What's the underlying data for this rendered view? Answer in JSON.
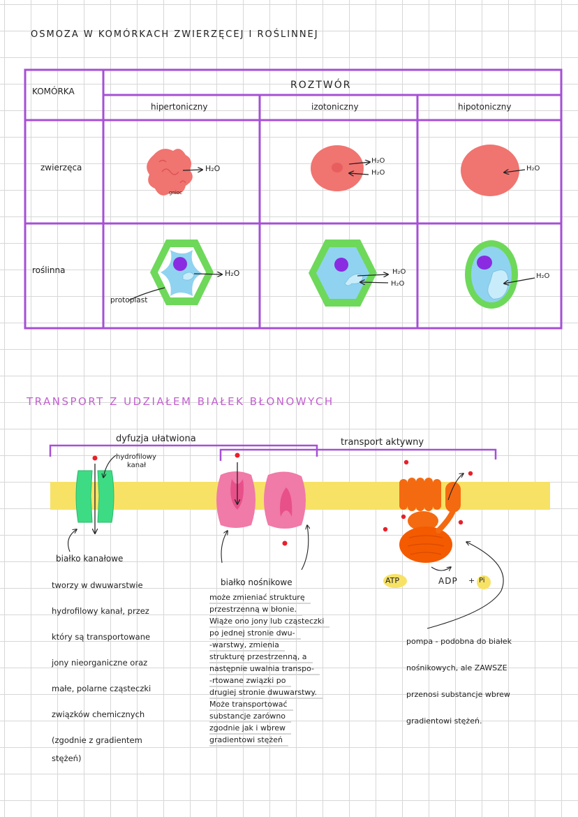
{
  "section1": {
    "title": "OSMOZA W KOMÓRKACH ZWIERZĘCEJ I ROŚLINNEJ",
    "table": {
      "corner_header": "KOMÓRKA",
      "group_header": "ROZTWÓR",
      "columns": [
        "hipertoniczny",
        "izotoniczny",
        "hipotoniczny"
      ],
      "rows": [
        "zwierzęca",
        "roślinna"
      ]
    },
    "labels": {
      "h2o": "H₂O",
      "wrinkle_note": "gnioc",
      "protoplast": "protoplast"
    }
  },
  "section2": {
    "title": "TRANSPORT Z UDZIAŁEM BIAŁEK BŁONOWYCH",
    "bracket_facilitated": "dyfuzja ułatwiona",
    "bracket_active": "transport aktywny",
    "hydrophilic_label_1": "hydrofilowy",
    "hydrophilic_label_2": "kanał",
    "atp": "ATP",
    "adp": "ADP",
    "plus": "+",
    "pi": "Pi",
    "channel_protein": {
      "title": "białko kanałowe",
      "lines": [
        "tworzy w dwuwarstwie",
        "hydrofilowy kanał, przez",
        "który są transportowane",
        "jony nieorganiczne oraz",
        "małe, polarne cząsteczki",
        "związków chemicznych",
        "(zgodnie z gradientem",
        "stężeń)"
      ]
    },
    "carrier_protein": {
      "title": "białko nośnikowe",
      "lines": [
        "może zmieniać strukturę",
        "przestrzenną w błonie.",
        "Wiąże ono jony lub cząsteczki",
        "po jednej stronie dwu-",
        "-warstwy, zmienia",
        "strukturę przestrzenną, a",
        "następnie uwalnia transpo-",
        "-rtowane związki po",
        "drugiej stronie dwuwarstwy.",
        "Może transportować",
        "substancje zarówno",
        "zgodnie jak i wbrew",
        "gradientowi stężeń"
      ]
    },
    "pump": {
      "lines": [
        "pompa - podobna do białek",
        "nośnikowych, ale ZAWSZE",
        "przenosi substancje wbrew",
        "gradientowi stężeń."
      ]
    }
  },
  "colors": {
    "table_border": "#a64fd6",
    "title2": "#c25fcf",
    "animal_cell": "#f07470",
    "plant_wall": "#6ed85a",
    "plant_cytoplasm": "#8fd3f0",
    "nucleus": "#8a2be2",
    "membrane": "#f7e266",
    "channel": "#3ddc84",
    "carrier": "#f07aa8",
    "pump": "#f46a10",
    "ion": "#e8202a"
  }
}
